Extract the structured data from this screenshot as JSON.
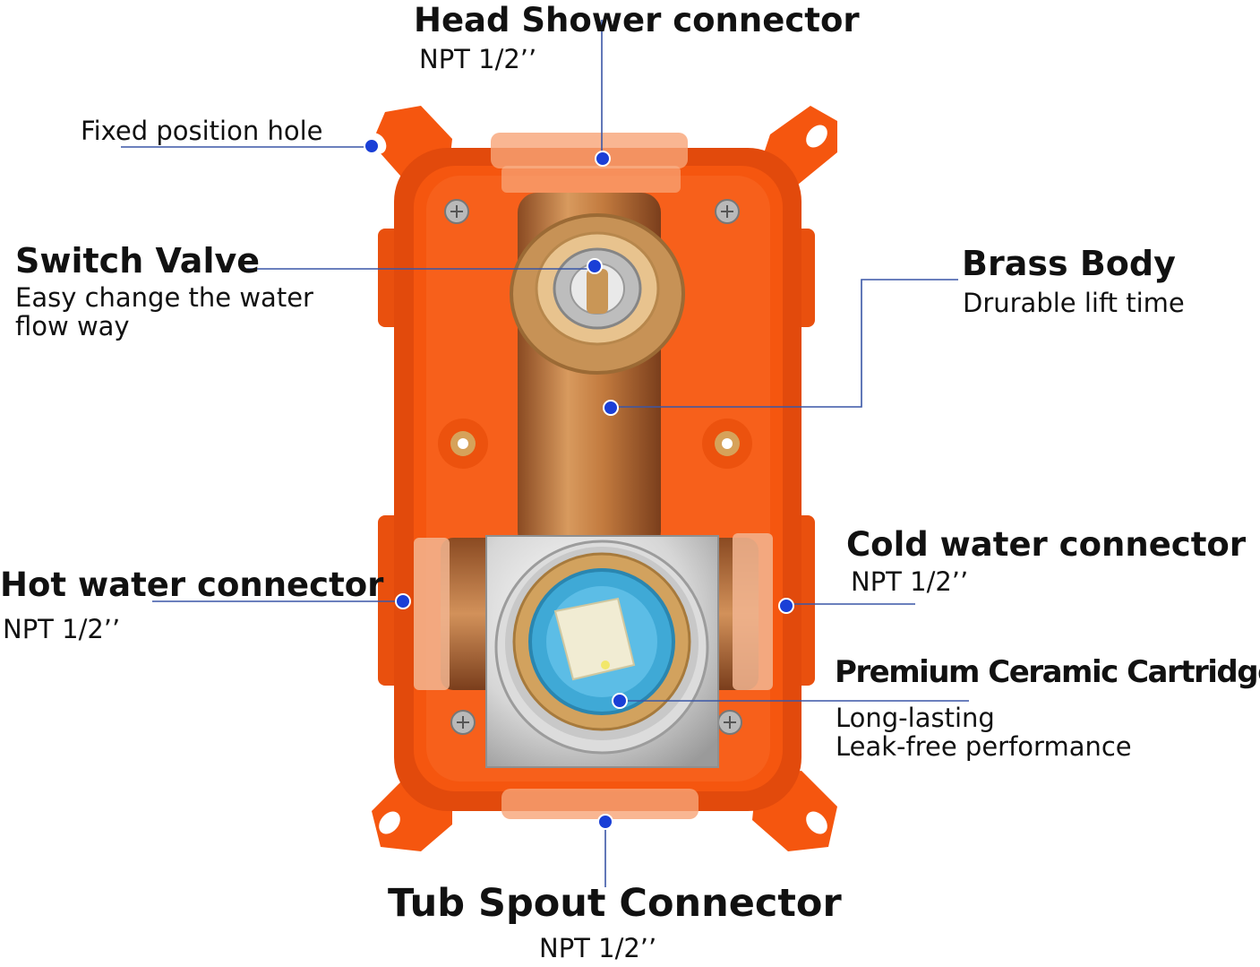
{
  "colors": {
    "housing": "#f5560f",
    "housing_dark": "#d9410a",
    "brass": "#c97a3c",
    "chrome": "#e4e4e4",
    "cartridge": "#3fa9d6",
    "callout_line": "#3a57a7",
    "callout_dot": "#1a3fd6"
  },
  "labels": {
    "head_shower": {
      "title": "Head Shower connector",
      "sub": "NPT  1/2’’"
    },
    "fixed_hole": {
      "title": "Fixed position hole"
    },
    "switch_valve": {
      "title": "Switch Valve",
      "sub1": "Easy change the water",
      "sub2": "flow way"
    },
    "brass_body": {
      "title": "Brass Body",
      "sub": "Drurable lift time"
    },
    "cold_water": {
      "title": "Cold water connector",
      "sub": "NPT  1/2’’"
    },
    "hot_water": {
      "title": "Hot water connector",
      "sub": "NPT  1/2’’"
    },
    "ceramic_cartridge": {
      "title": "Premium Ceramic Cartridge",
      "sub1": "Long-lasting",
      "sub2": "Leak-free performance"
    },
    "tub_spout": {
      "title": "Tub Spout Connector",
      "sub": "NPT  1/2’’"
    }
  }
}
